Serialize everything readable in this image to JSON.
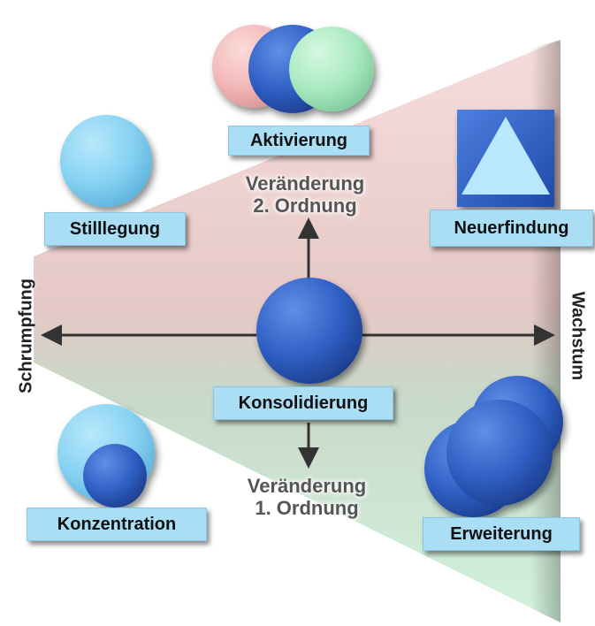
{
  "labels": {
    "aktivierung": "Aktivierung",
    "stilllegung": "Stilllegung",
    "neuerfindung": "Neuerfindung",
    "konsolidierung": "Konsolidierung",
    "konzentration": "Konzentration",
    "erweiterung": "Erweiterung"
  },
  "captions": {
    "top_line1": "Veränderung",
    "top_line2": "2. Ordnung",
    "bottom_line1": "Veränderung",
    "bottom_line2": "1. Ordnung"
  },
  "axes": {
    "left": "Schrumpfung",
    "right": "Wachstum"
  },
  "colors": {
    "dark_blue": "#2f5fc4",
    "light_blue": "#86d2f2",
    "pink": "#f2b8b8",
    "mint": "#a9e9c0",
    "label_bg": "#a9def5"
  }
}
